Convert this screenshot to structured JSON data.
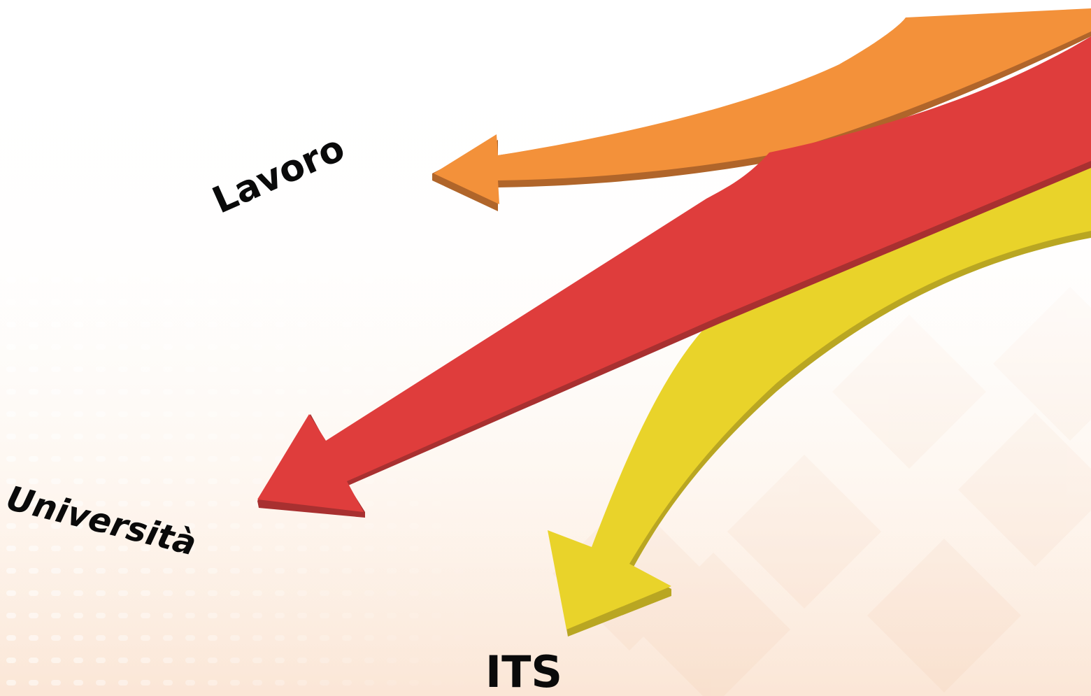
{
  "colors": {
    "lavoro_arrow": "#F3913A",
    "lavoro_arrow_shadow": "#B0652A",
    "universita_arrow": "#DF3D3C",
    "universita_arrow_shadow": "#A83030",
    "its_arrow": "#E9D32A",
    "its_arrow_shadow": "#B9A622",
    "background_tint": "#F7D7C0"
  },
  "labels": {
    "lavoro": "Lavoro",
    "universita": "Università",
    "its": "ITS"
  }
}
